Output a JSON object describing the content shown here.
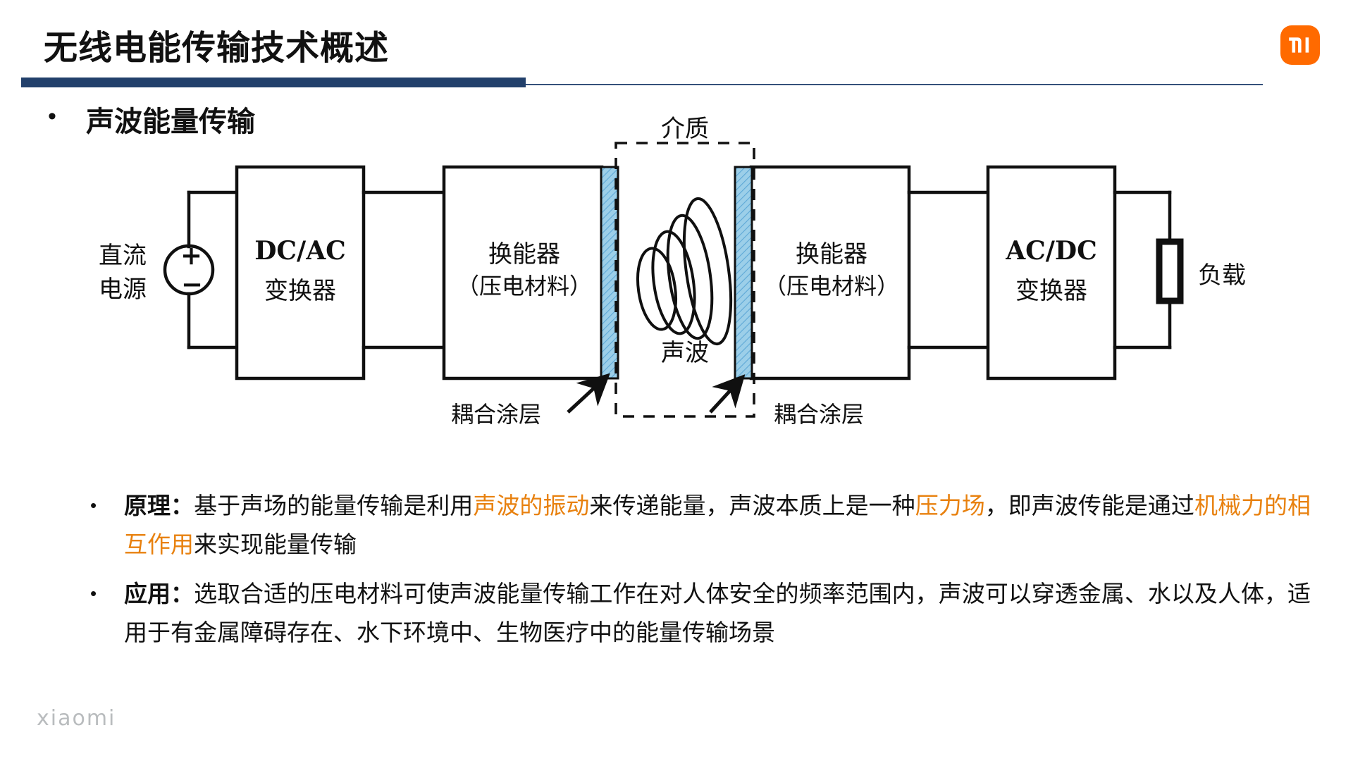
{
  "header": {
    "title": "无线电能传输技术概述",
    "brand_logo_icon": "xiaomi-mi-logo-icon",
    "brand_wordmark": "xiaomi",
    "accent_bar_color": "#22406b",
    "accent_line_color": "#35507a",
    "brand_color": "#ff6a00"
  },
  "section": {
    "bullet_glyph": "•",
    "heading": "声波能量传输"
  },
  "diagram": {
    "name": "acoustic-power-transfer-block-diagram",
    "source_label_line1": "直流",
    "source_label_line2": "电源",
    "source_plus": "+",
    "source_minus": "−",
    "block_dcac_line1": "DC/AC",
    "block_dcac_line2": "变换器",
    "transducer_tx_line1": "换能器",
    "transducer_tx_line2": "（压电材料）",
    "transducer_rx_line1": "换能器",
    "transducer_rx_line2": "（压电材料）",
    "block_acdc_line1": "AC/DC",
    "block_acdc_line2": "变换器",
    "load_label": "负载",
    "medium_label": "介质",
    "acoustic_wave_label": "声波",
    "coupling_left_label": "耦合涂层",
    "coupling_right_label": "耦合涂层",
    "coupling_layer_color": "#9ccfe9",
    "line_color": "#101010"
  },
  "body": {
    "bullets": [
      {
        "glyph": "•",
        "lead": "原理：",
        "segments": [
          {
            "text": "基于声场的能量传输是利用",
            "highlight": false
          },
          {
            "text": "声波的振动",
            "highlight": true
          },
          {
            "text": "来传递能量，声波本质上是一种",
            "highlight": false
          },
          {
            "text": "压力场",
            "highlight": true
          },
          {
            "text": "，即声波传能是通过",
            "highlight": false
          },
          {
            "text": "机械力的相互作用",
            "highlight": true
          },
          {
            "text": "来实现能量传输",
            "highlight": false
          }
        ]
      },
      {
        "glyph": "•",
        "lead": "应用：",
        "segments": [
          {
            "text": "选取合适的压电材料可使声波能量传输工作在对人体安全的频率范围内，声波可以穿透金属、水以及人体，适用于有金属障碍存在、水下环境中、生物医疗中的能量传输场景",
            "highlight": false
          }
        ]
      }
    ],
    "highlight_color": "#e8810f"
  }
}
